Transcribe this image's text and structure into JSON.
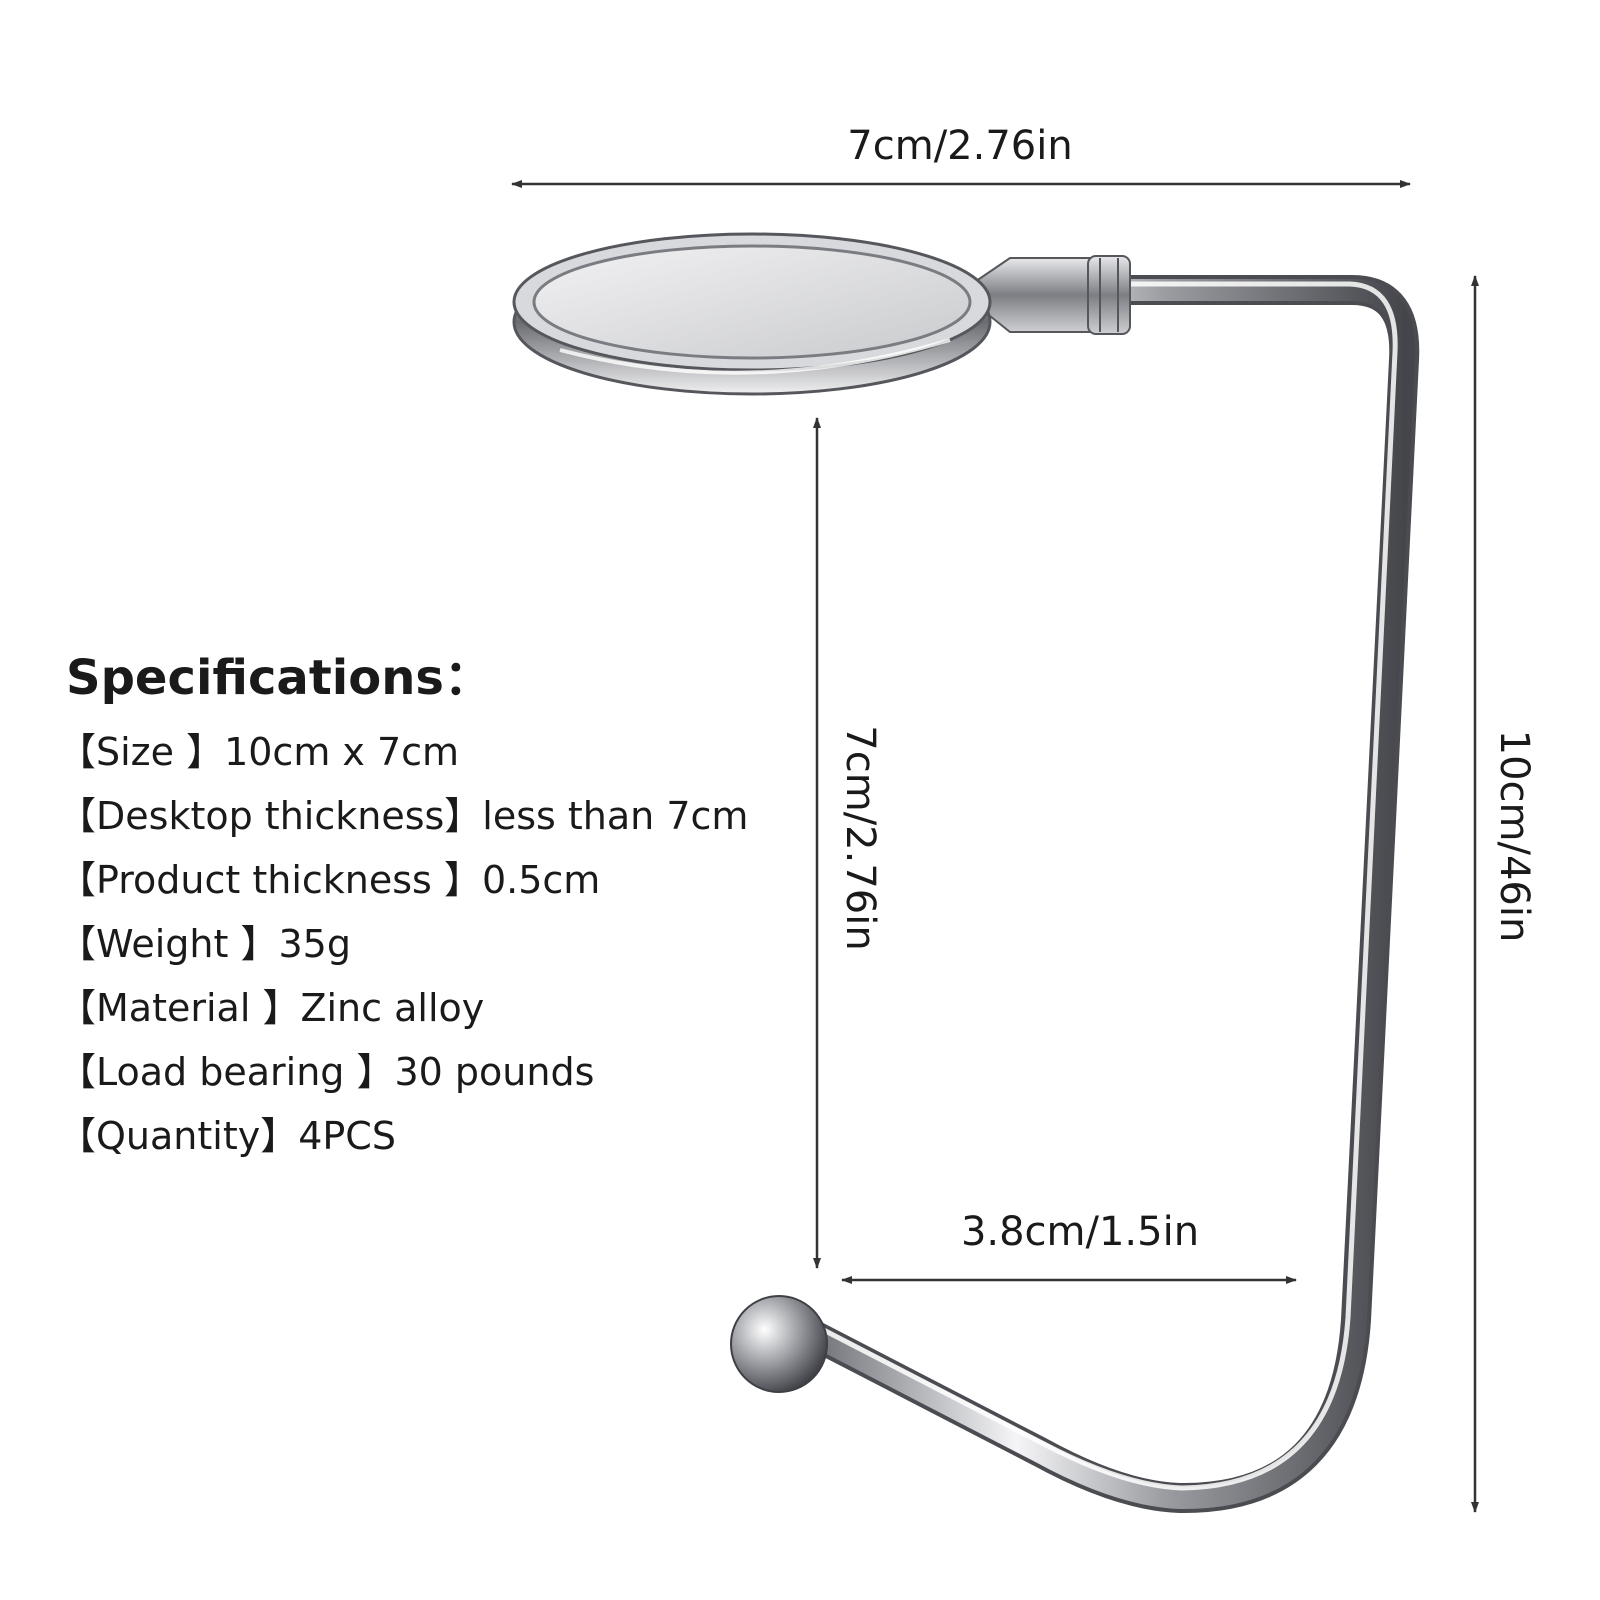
{
  "dimensions": {
    "top_width": "7cm/2.76in",
    "inner_height": "7cm/2.76in",
    "total_height": "10cm/46in",
    "hook_gap": "3.8cm/1.5in"
  },
  "specs": {
    "title": "Specifications：",
    "items": [
      "【Size 】10cm x 7cm",
      "【Desktop thickness】less than 7cm",
      "【Product thickness 】0.5cm",
      "【Weight 】35g",
      "【Material 】Zinc alloy",
      "【Load bearing 】30 pounds",
      "【Quantity】4PCS"
    ]
  },
  "colors": {
    "background": "#ffffff",
    "text": "#1a1a1a",
    "arrow": "#333333",
    "metal_light": "#f4f4f6",
    "metal_dark": "#55575c"
  },
  "icons": [
    "bag-hook-icon"
  ]
}
